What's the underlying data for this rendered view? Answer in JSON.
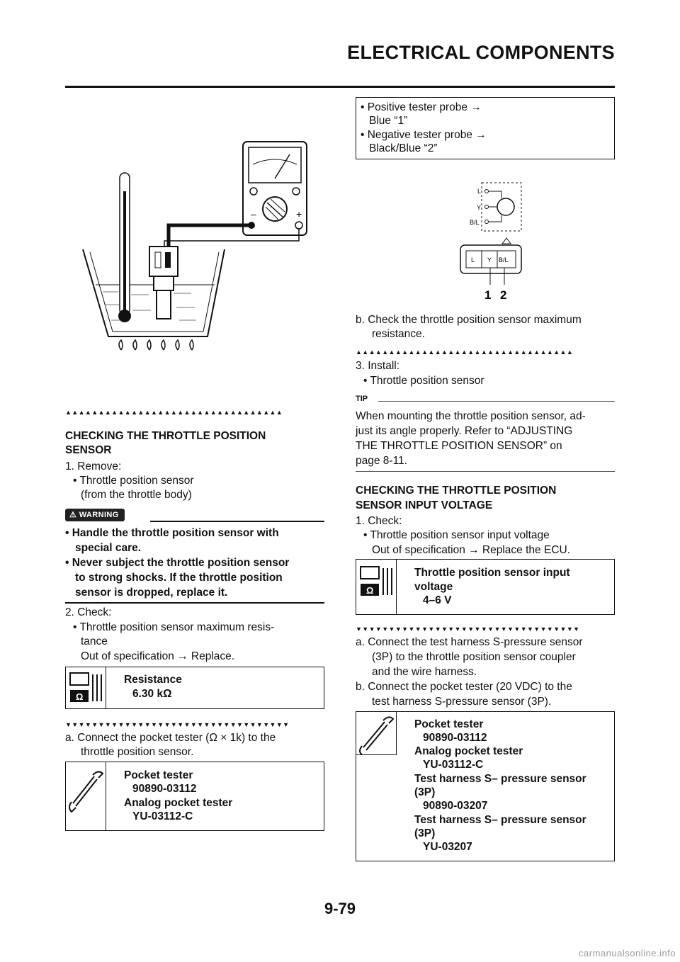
{
  "header": {
    "title": "ELECTRICAL COMPONENTS"
  },
  "left": {
    "tri_row": "▲▲▲▲▲▲▲▲▲▲▲▲▲▲▲▲▲▲▲▲▲▲▲▲▲▲▲▲▲▲▲▲▲",
    "section_title_1": "CHECKING THE THROTTLE POSITION",
    "section_title_2": "SENSOR",
    "step1": "1.  Remove:",
    "step1_item": "• Throttle position sensor",
    "step1_sub": "(from the throttle body)",
    "warning_label": "WARNING",
    "warn1a": "• Handle the throttle position sensor with",
    "warn1b": "special care.",
    "warn2a": "• Never subject the throttle position sensor",
    "warn2b": "to strong shocks. If the throttle position",
    "warn2c": "sensor is dropped, replace it.",
    "step2": "2.  Check:",
    "step2_item_a": "• Throttle position sensor maximum resis-",
    "step2_item_b": "tance",
    "step2_spec": "Out of specification → Replace.",
    "resist_title": "Resistance",
    "resist_value": "6.30 kΩ",
    "tri_down": "▼▼▼▼▼▼▼▼▼▼▼▼▼▼▼▼▼▼▼▼▼▼▼▼▼▼▼▼▼▼▼▼▼▼",
    "step_a1": "a.  Connect the pocket tester (Ω × 1k) to the",
    "step_a2": "throttle position sensor.",
    "tool_line1": "Pocket tester",
    "tool_line2": "90890-03112",
    "tool_line3": "Analog pocket tester",
    "tool_line4": "YU-03112-C"
  },
  "right": {
    "probe1a": "• Positive tester probe →",
    "probe1b": "Blue “1”",
    "probe2a": "• Negative tester probe →",
    "probe2b": "Black/Blue “2”",
    "diagram": {
      "pin_l": "L",
      "pin_y": "Y",
      "pin_bl": "B/L",
      "label_1": "1",
      "label_2": "2"
    },
    "step_b1": "b.  Check the throttle position sensor maximum",
    "step_b2": "resistance.",
    "tri_row": "▲▲▲▲▲▲▲▲▲▲▲▲▲▲▲▲▲▲▲▲▲▲▲▲▲▲▲▲▲▲▲▲▲",
    "step3": "3.  Install:",
    "step3_item": "• Throttle position sensor",
    "tip_label": "TIP",
    "tip1": "When mounting the throttle position sensor, ad-",
    "tip2": "just its angle properly. Refer to “ADJUSTING",
    "tip3": "THE THROTTLE POSITION SENSOR” on",
    "tip4": "page 8-11.",
    "section2_title_1": "CHECKING THE THROTTLE POSITION",
    "section2_title_2": "SENSOR INPUT VOLTAGE",
    "s2_step1": "1.  Check:",
    "s2_step1_item": "• Throttle position sensor input voltage",
    "s2_step1_spec": "Out of specification → Replace the ECU.",
    "volt_title1": "Throttle position sensor input",
    "volt_title2": "voltage",
    "volt_value": "4–6 V",
    "tri_down": "▼▼▼▼▼▼▼▼▼▼▼▼▼▼▼▼▼▼▼▼▼▼▼▼▼▼▼▼▼▼▼▼▼▼",
    "s2_a1": "a.  Connect the test harness S-pressure sensor",
    "s2_a2": "(3P) to the throttle position sensor coupler",
    "s2_a3": "and the wire harness.",
    "s2_b1": "b.  Connect the pocket tester (20 VDC) to the",
    "s2_b2": "test harness S-pressure sensor (3P).",
    "tool2": [
      "Pocket tester",
      "90890-03112",
      "Analog pocket tester",
      "YU-03112-C",
      "Test harness S– pressure sensor",
      "(3P)",
      "90890-03207",
      "Test harness S– pressure sensor",
      "(3P)",
      "YU-03207"
    ]
  },
  "footer": {
    "page": "9-79",
    "watermark": "carmanualsonline.info"
  }
}
